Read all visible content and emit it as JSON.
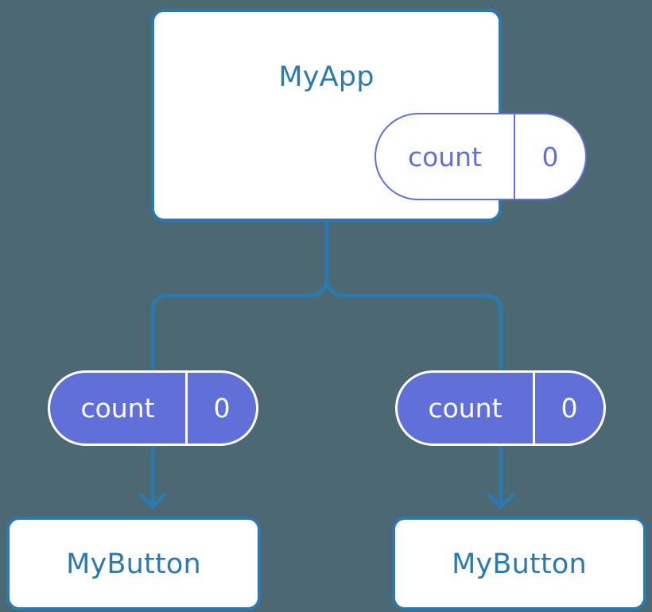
{
  "diagram": {
    "title": "react-state-prop-drilling-tree",
    "background_color": "#4c6872",
    "accent_blue": "#2c79ad",
    "accent_purple": "#6070d8",
    "white": "#ffffff"
  },
  "root": {
    "label": "MyApp",
    "state": {
      "key": "count",
      "value": "0"
    }
  },
  "children": [
    {
      "state": {
        "key": "count",
        "value": "0"
      },
      "label": "MyButton"
    },
    {
      "state": {
        "key": "count",
        "value": "0"
      },
      "label": "MyButton"
    }
  ],
  "connectors": {
    "tree_edge_color": "#2c79ad",
    "arrow_color": "#2c79ad",
    "arrow_names": [
      "prop-arrow-left",
      "prop-arrow-right"
    ]
  }
}
